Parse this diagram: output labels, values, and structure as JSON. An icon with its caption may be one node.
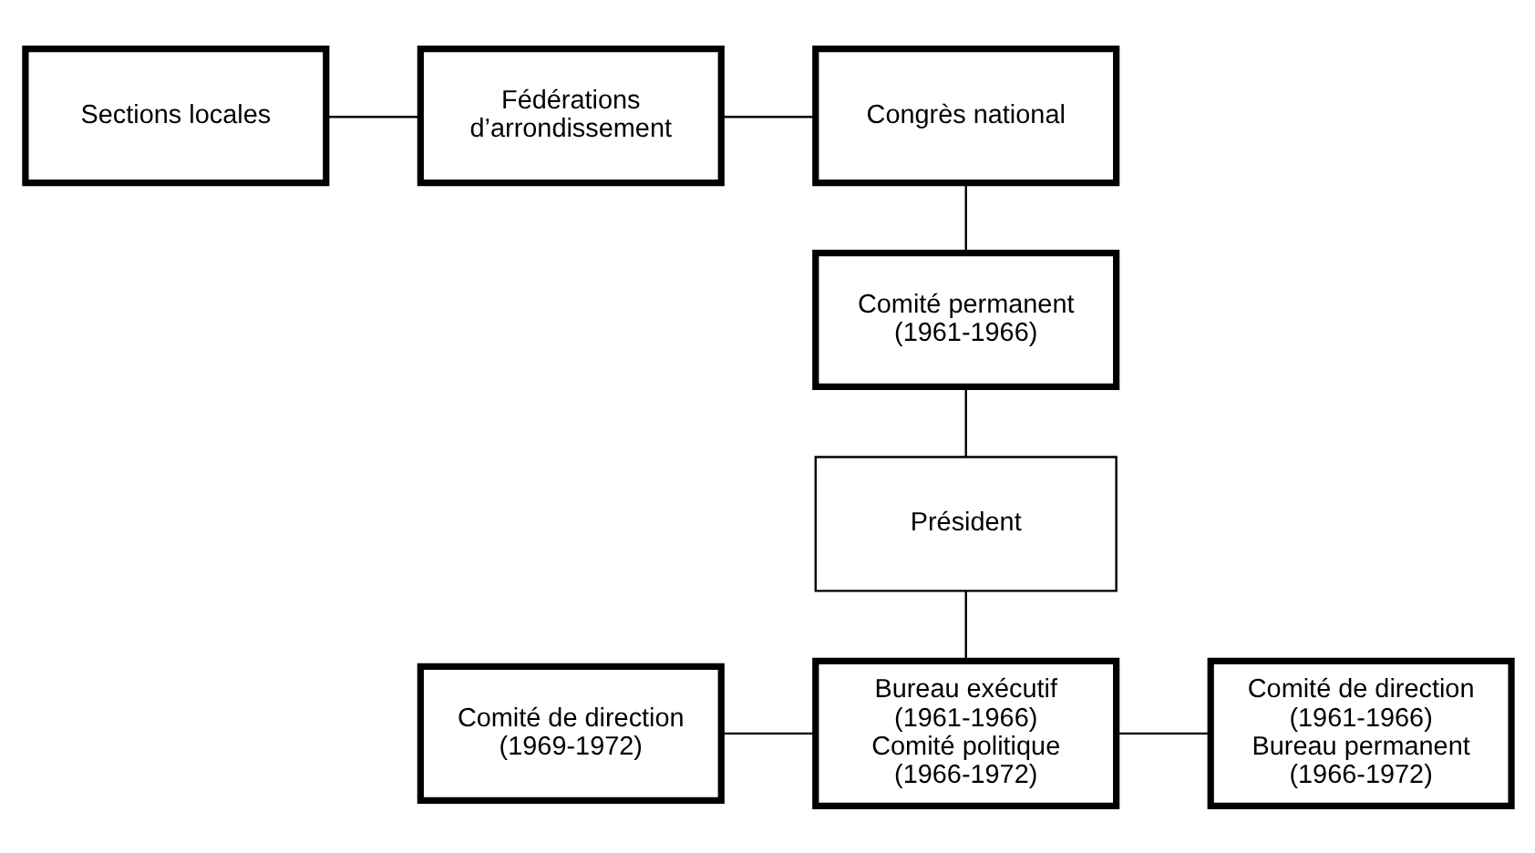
{
  "diagram": {
    "nodes": [
      {
        "text": [
          "Sections locales"
        ]
      },
      {
        "text": [
          "Fédérations d’arrondissement"
        ]
      },
      {
        "text": [
          "Congrès national"
        ]
      },
      {
        "text": [
          "Comité permanent (1961-1966)"
        ]
      },
      {
        "text": [
          "Président"
        ]
      },
      {
        "text": [
          "Comité de direction (1969-1972)"
        ]
      },
      {
        "text": [
          "Bureau exécutif (1961-1966)",
          "Comité politique (1966-1972)"
        ]
      },
      {
        "text": [
          "Comité de direction (1961-1966)",
          "Bureau permanent (1966-1972)"
        ]
      }
    ],
    "edges": [
      {
        "from": 0,
        "to": 1,
        "arrow": "none"
      },
      {
        "from": 1,
        "to": 2,
        "arrow": "none"
      },
      {
        "from": 2,
        "to": 3,
        "arrow": "none"
      },
      {
        "from": 3,
        "to": 4,
        "arrow": "none"
      },
      {
        "from": 4,
        "to": 6,
        "arrow": "none"
      },
      {
        "from": 5,
        "to": 6,
        "arrow": "none"
      },
      {
        "from": 6,
        "to": 7,
        "arrow": "none"
      }
    ]
  }
}
